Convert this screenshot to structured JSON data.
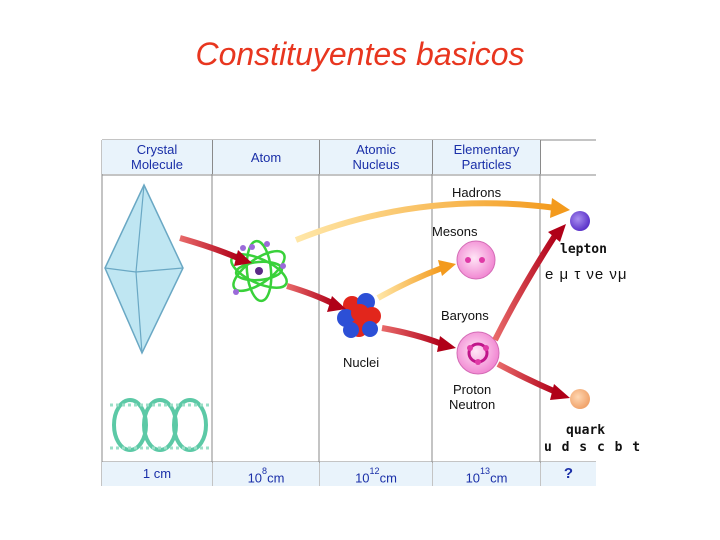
{
  "title": "Constituyentes basicos",
  "headers": {
    "col1": "Crystal\nMolecule",
    "col2": "Atom",
    "col3": "Atomic\nNucleus",
    "col4": "Elementary\nParticles"
  },
  "labels": {
    "hadrons": "Hadrons",
    "mesons": "Mesons",
    "baryons": "Baryons",
    "nuclei": "Nuclei",
    "proton_neutron": "Proton\nNeutron",
    "lepton": "lepton",
    "lepton_symbols": "e μ τ νe νμ",
    "quark": "quark",
    "quark_symbols": "u d s c b t"
  },
  "scale": {
    "s1": "1 cm",
    "s2_base": "10",
    "s2_exp": "8",
    "s2_unit": "cm",
    "s3_base": "10",
    "s3_exp": "12",
    "s3_unit": "cm",
    "s4_base": "10",
    "s4_exp": "13",
    "s4_unit": "cm",
    "s5": "?"
  },
  "colors": {
    "title": "#e8361f",
    "header_text": "#1a2fa8",
    "header_bg": "#e9f3fb",
    "arrow_red": "#c8102e",
    "arrow_orange": "#f5a623"
  }
}
